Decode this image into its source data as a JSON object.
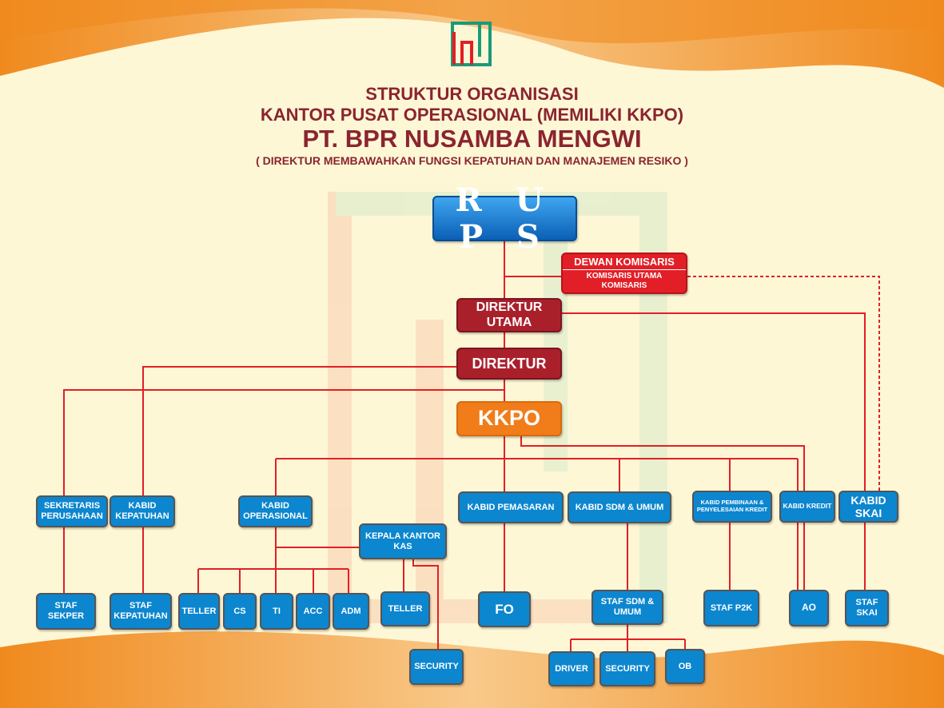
{
  "header": {
    "title_line1": "STRUKTUR ORGANISASI",
    "title_line2": "KANTOR PUSAT OPERASIONAL (MEMILIKI KKPO)",
    "company": "PT. BPR NUSAMBA MENGWI",
    "note": "( DIREKTUR MEMBAWAHKAN FUNGSI KEPATUHAN DAN MANAJEMEN RESIKO )"
  },
  "colors": {
    "line": "#e21f26",
    "box_blue": "#0c86cf",
    "title": "#8b2430",
    "accent_orange": "#f07d1a"
  },
  "nodes": {
    "rups": [
      "R U P S"
    ],
    "dewan": [
      "DEWAN KOMISARIS"
    ],
    "dewan_sub": [
      "KOMISARIS UTAMA",
      "KOMISARIS"
    ],
    "dirut": [
      "DIREKTUR",
      "UTAMA"
    ],
    "direktur": [
      "DIREKTUR"
    ],
    "kkpo": [
      "KKPO"
    ],
    "sekretaris": [
      "SEKRETARIS",
      "PERUSAHAAN"
    ],
    "kepatuhan": [
      "KABID",
      "KEPATUHAN"
    ],
    "operasional": [
      "KABID",
      "OPERASIONAL"
    ],
    "kas": [
      "KEPALA KANTOR",
      "KAS"
    ],
    "pemasaran": [
      "KABID PEMASARAN"
    ],
    "sdm": [
      "KABID SDM & UMUM"
    ],
    "pembinaan": [
      "KABID PEMBINAAN &",
      "PENYELESAIAN KREDIT"
    ],
    "kredit": [
      "KABID KREDIT"
    ],
    "skai": [
      "KABID",
      "SKAI"
    ],
    "staf_sekper": [
      "STAF",
      "SEKPER"
    ],
    "staf_kepatuhan": [
      "STAF",
      "KEPATUHAN"
    ],
    "teller": [
      "TELLER"
    ],
    "cs": [
      "CS"
    ],
    "ti": [
      "TI"
    ],
    "acc": [
      "ACC"
    ],
    "adm": [
      "ADM"
    ],
    "teller_kas": [
      "TELLER"
    ],
    "fo": [
      "FO"
    ],
    "staf_sdm": [
      "STAF SDM &",
      "UMUM"
    ],
    "staf_p2k": [
      "STAF P2K"
    ],
    "ao": [
      "AO"
    ],
    "staf_skai": [
      "STAF",
      "SKAI"
    ],
    "security_kas": [
      "SECURITY"
    ],
    "driver": [
      "DRIVER"
    ],
    "security_sdm": [
      "SECURITY"
    ],
    "ob": [
      "OB"
    ]
  }
}
